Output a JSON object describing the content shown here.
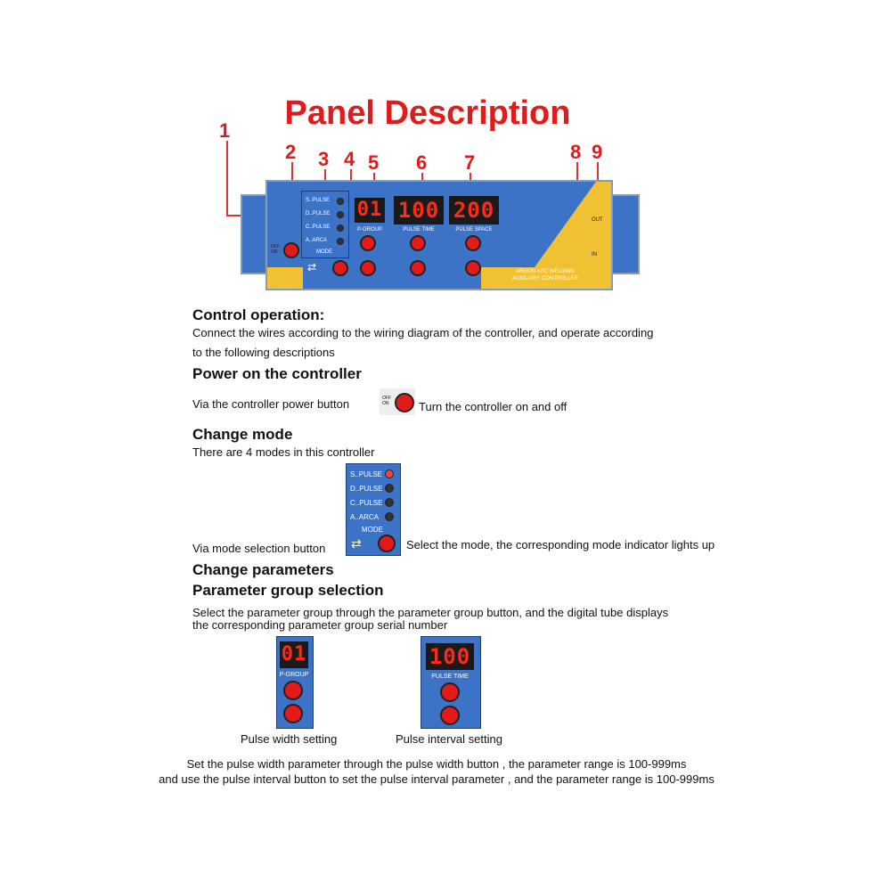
{
  "title": "Panel Description",
  "callouts": [
    "1",
    "2",
    "3",
    "4",
    "5",
    "6",
    "7",
    "8",
    "9"
  ],
  "panel": {
    "power_label": "OFF\nON",
    "modes": [
      {
        "label": "S..PULSE",
        "on": false
      },
      {
        "label": "D..PULSE",
        "on": false
      },
      {
        "label": "C..PULSE",
        "on": false
      },
      {
        "label": "A..ARCA",
        "on": false
      }
    ],
    "mode_label": "MODE",
    "displays": [
      {
        "value": "01",
        "label": "P-GROUP"
      },
      {
        "value": "100",
        "label": "PULSE TIME"
      },
      {
        "value": "200",
        "label": "PULSE SPACE"
      }
    ],
    "brand_line1": "ARGON ARC WELDING",
    "brand_line2": "AUXILIARY CONTROLLER",
    "out_label": "OUT",
    "in_label": "IN"
  },
  "sections": {
    "control_heading": "Control operation:",
    "control_text1": "Connect the wires according to the wiring diagram of the controller, and operate according",
    "control_text2": "to the following descriptions",
    "power_heading": "Power on the controller",
    "power_left": "Via the controller power button",
    "power_right": "Turn the controller on and off",
    "mode_heading": "Change mode",
    "mode_sub": "There are 4 modes in this controller",
    "mode_left": "Via mode selection button",
    "mode_right": "Select the mode, the corresponding mode indicator lights up",
    "param_heading": "Change parameters",
    "param_sub_heading": "Parameter group selection",
    "param_text1": "Select the parameter group through the parameter group button, and the digital tube displays",
    "param_text2": "the corresponding parameter group serial number",
    "pulse_width_caption": "Pulse width setting",
    "pulse_interval_caption": "Pulse interval setting",
    "footer1": "Set the pulse width parameter through the pulse width button , the parameter range is 100-999ms",
    "footer2": "and use the pulse interval button to set the pulse interval parameter , and the parameter range is 100-999ms"
  },
  "mode_thumb": {
    "modes": [
      {
        "label": "S..PULSE",
        "on": true
      },
      {
        "label": "D..PULSE",
        "on": false
      },
      {
        "label": "C..PULSE",
        "on": false
      },
      {
        "label": "A..ARCA",
        "on": false
      }
    ],
    "mode_label": "MODE"
  },
  "colors": {
    "accent_red": "#e01b1b",
    "panel_blue": "#3d73c6",
    "panel_yellow": "#f0c233"
  }
}
